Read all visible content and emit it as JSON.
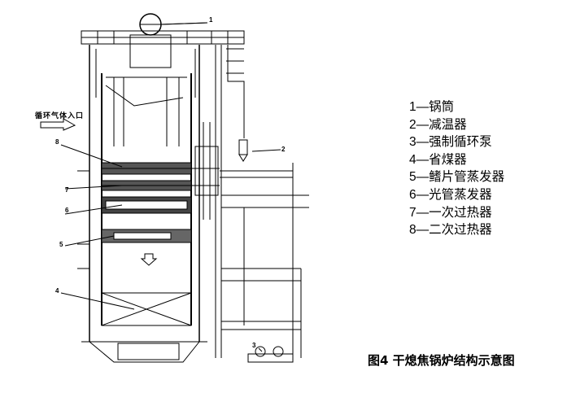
{
  "legend": [
    {
      "num": "1",
      "name": "锅筒"
    },
    {
      "num": "2",
      "name": "减温器"
    },
    {
      "num": "3",
      "name": "强制循环泵"
    },
    {
      "num": "4",
      "name": "省煤器"
    },
    {
      "num": "5",
      "name": "鳍片管蒸发器"
    },
    {
      "num": "6",
      "name": "光管蒸发器"
    },
    {
      "num": "7",
      "name": "一次过热器"
    },
    {
      "num": "8",
      "name": "二次过热器"
    }
  ],
  "separator": "—",
  "caption": "图4 干熄焦锅炉结构示意图",
  "inlet_label": "循环气体入口",
  "callouts": [
    "1",
    "2",
    "3",
    "4",
    "5",
    "6",
    "7",
    "8"
  ]
}
